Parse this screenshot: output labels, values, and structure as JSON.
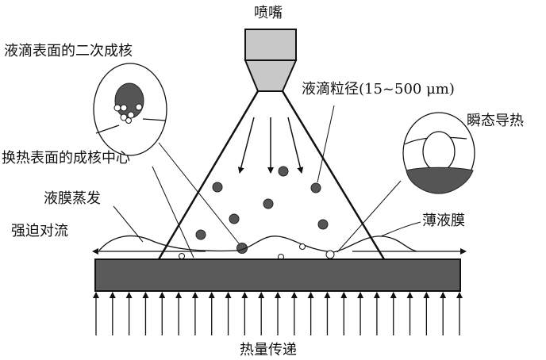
{
  "labels": {
    "nozzle": "喷嘴",
    "droplet_secondary_nucleation": "液滴表面的二次成核",
    "droplet_size": "液滴粒径(15~500 μm)",
    "transient_conduction": "瞬态导热",
    "surface_nucleation_sites": "换热表面的成核中心",
    "film_evaporation": "液膜蒸发",
    "forced_convection": "强迫对流",
    "thin_film": "薄液膜",
    "heat_transfer": "热量传递"
  },
  "colors": {
    "droplet": "#555555",
    "nozzle": "#c8c8c8",
    "plate": "#5a5a5a",
    "line": "#111111"
  }
}
